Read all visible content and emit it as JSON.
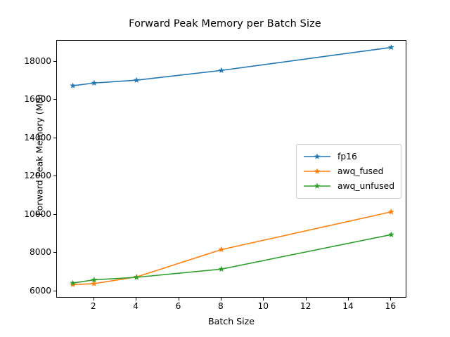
{
  "chart_data": {
    "type": "line",
    "title": "Forward Peak Memory per Batch Size",
    "xlabel": "Batch Size",
    "ylabel": "Forward Peak Memory (MB)",
    "x": [
      1,
      2,
      4,
      8,
      16
    ],
    "xlim": [
      0.25,
      16.75
    ],
    "ylim": [
      5630,
      19090
    ],
    "xticks": [
      2,
      4,
      6,
      8,
      10,
      12,
      14,
      16
    ],
    "xticklabels": [
      "2",
      "4",
      "6",
      "8",
      "10",
      "12",
      "14",
      "16"
    ],
    "yticks": [
      6000,
      8000,
      10000,
      12000,
      14000,
      16000,
      18000
    ],
    "yticklabels": [
      "6000",
      "8000",
      "10000",
      "12000",
      "14000",
      "16000",
      "18000"
    ],
    "grid": false,
    "legend_position": "center right",
    "marker": "star",
    "series": [
      {
        "name": "fp16",
        "color": "#1f77b4",
        "values": [
          16740,
          16880,
          17030,
          17540,
          18740
        ]
      },
      {
        "name": "awq_fused",
        "color": "#ff7f0e",
        "values": [
          6350,
          6400,
          6750,
          8180,
          10150
        ]
      },
      {
        "name": "awq_unfused",
        "color": "#2ca02c",
        "values": [
          6430,
          6600,
          6730,
          7160,
          8960
        ]
      }
    ]
  },
  "legend": {
    "items": [
      {
        "label": "fp16"
      },
      {
        "label": "awq_fused"
      },
      {
        "label": "awq_unfused"
      }
    ]
  }
}
